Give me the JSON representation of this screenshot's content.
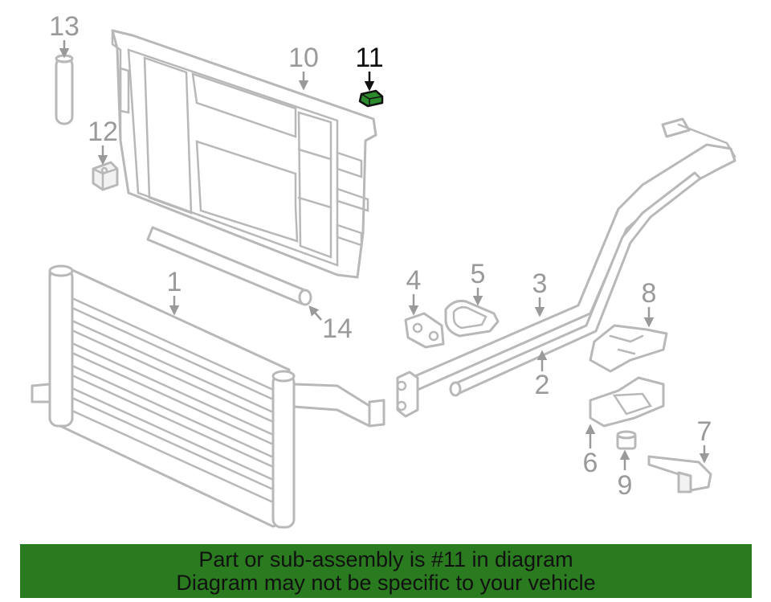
{
  "diagram": {
    "highlighted_part": "11",
    "colors": {
      "part": "#b8b8b8",
      "label": "#9a9a9a",
      "highlight": "#2b8a2b",
      "banner": "#2a7a1f"
    },
    "callouts": {
      "c1": "1",
      "c2": "2",
      "c3": "3",
      "c4": "4",
      "c5": "5",
      "c6": "6",
      "c7": "7",
      "c8": "8",
      "c9": "9",
      "c10": "10",
      "c11": "11",
      "c12": "12",
      "c13": "13",
      "c14": "14"
    }
  },
  "banner": {
    "line1": "Part or sub-assembly is #11 in diagram",
    "line2": "Diagram may not be specific to your vehicle"
  }
}
